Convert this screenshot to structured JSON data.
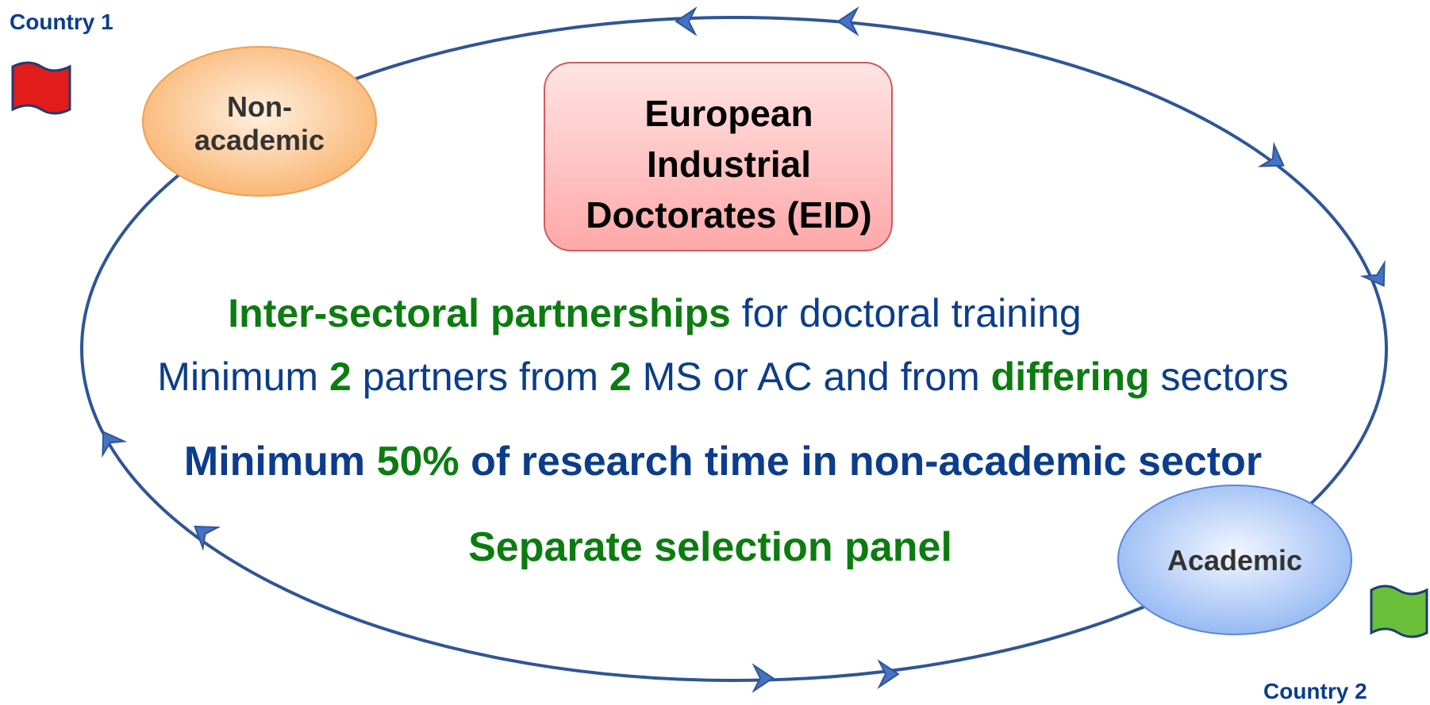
{
  "countries": {
    "country1": "Country  1",
    "country2": "Country  2",
    "country1_flag_color": "#e21b1b",
    "country2_flag_color": "#6abf3a"
  },
  "nodes": {
    "non_academic_line1": "Non-",
    "non_academic_line2": "academic",
    "academic": "Academic"
  },
  "eid": {
    "line1": "European",
    "line2": "Industrial",
    "line3": "Doctorates (EID)"
  },
  "statements": {
    "line1": {
      "emph": "Inter-sectoral partnerships",
      "rest": " for doctoral training"
    },
    "line2": {
      "p1": "Minimum ",
      "n1": "2",
      "p2": " partners from  ",
      "n2": "2",
      "p3": " MS or AC and from ",
      "emph": "differing",
      "p4": " sectors"
    },
    "line3": {
      "p1": "Minimum ",
      "emph": "50%",
      "p2": " of research time in non-academic sector"
    },
    "line4": "Separate selection panel"
  },
  "colors": {
    "accent_green": "#0c7c10",
    "accent_navy": "#0b3d8c",
    "eid_box": "#ffb8b8",
    "non_academic": "#fbc08a",
    "academic": "#a9c6f5"
  }
}
